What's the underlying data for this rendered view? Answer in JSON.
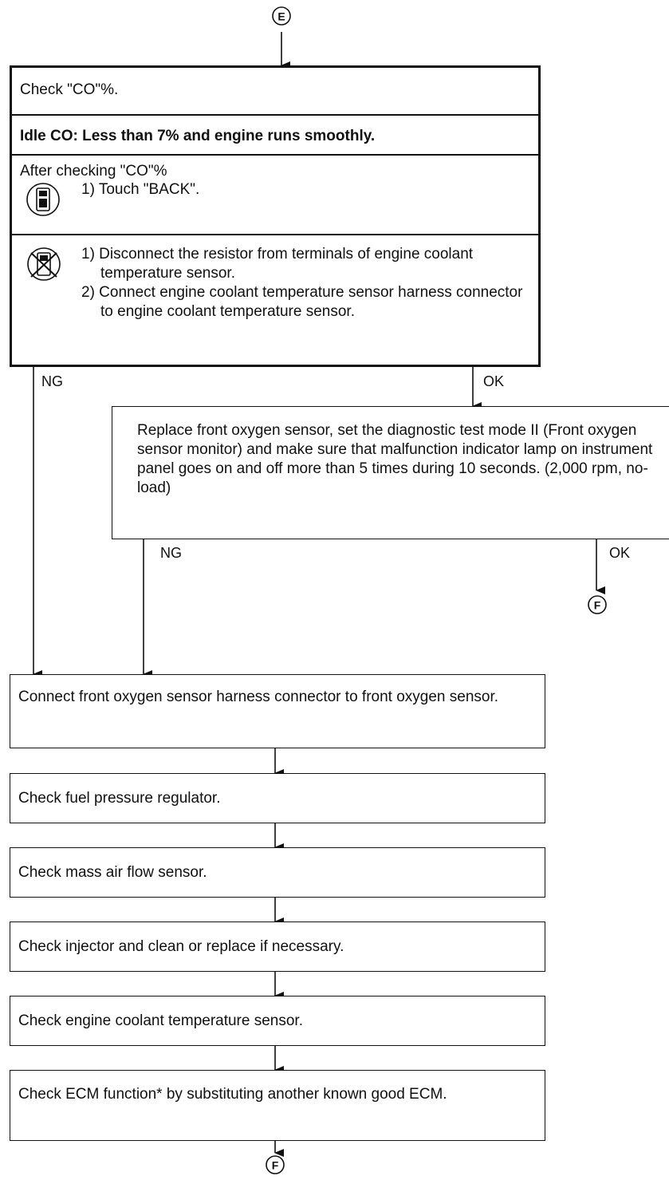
{
  "connectors": {
    "top": "E",
    "mid": "F",
    "bottom": "F"
  },
  "main_box": {
    "heading": "Check \"CO\"%.",
    "spec": "Idle CO: Less than 7% and engine runs smoothly.",
    "after": {
      "intro": "After checking \"CO\"%",
      "steps": [
        "1) Touch \"BACK\"."
      ]
    },
    "without_tool": {
      "steps": [
        "1) Disconnect the resistor from terminals of engine coolant temperature sensor.",
        "2) Connect engine coolant temperature sensor harness connector to engine coolant temperature sensor."
      ]
    }
  },
  "branch_labels": {
    "ng1": "NG",
    "ok1": "OK",
    "ng2": "NG",
    "ok2": "OK"
  },
  "replace_box": "Replace front oxygen sensor, set the diagnostic test mode II (Front oxygen sensor monitor) and make sure that malfunction indicator lamp on instrument panel goes on and off more than 5 times during 10 seconds. (2,000 rpm, no-load)",
  "steps": [
    "Connect front oxygen sensor harness connector to front oxygen sensor.",
    "Check fuel pressure regulator.",
    "Check mass air flow sensor.",
    "Check injector and clean or replace if necessary.",
    "Check engine coolant temperature sensor.",
    "Check ECM function* by substituting another known good ECM."
  ],
  "icons": {
    "consult": "consult-tester-icon",
    "no_tool": "no-tester-icon"
  }
}
